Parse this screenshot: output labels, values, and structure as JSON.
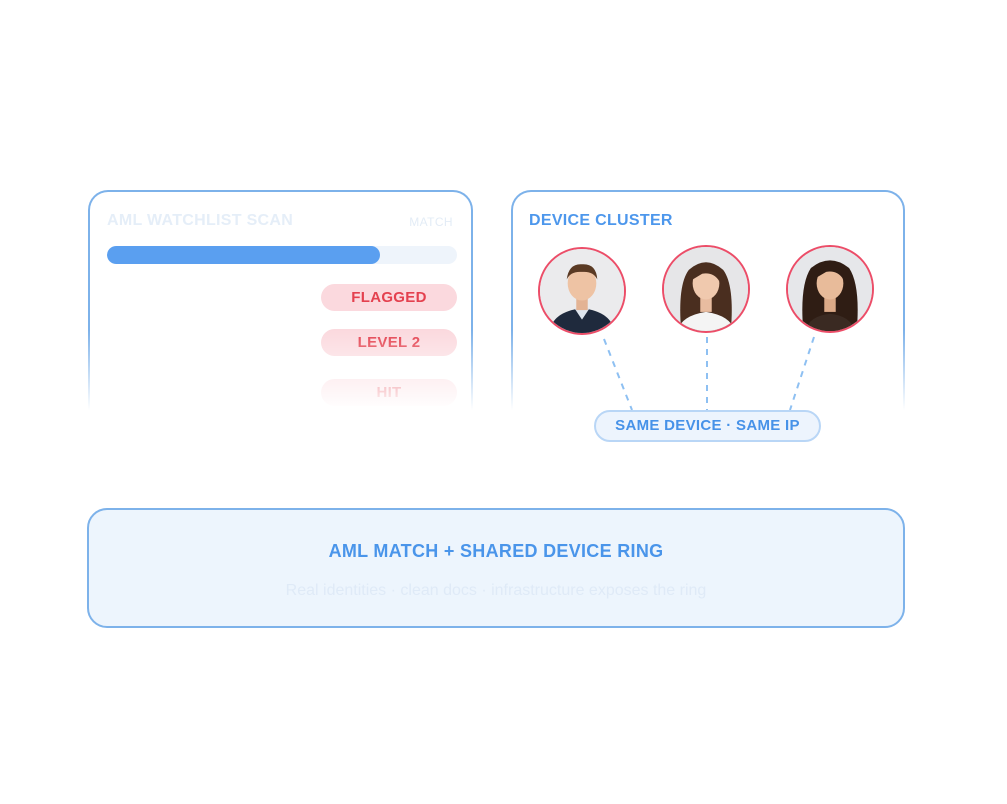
{
  "aml_card": {
    "title": "AML WATCHLIST SCAN",
    "match_label": "MATCH",
    "progress_percent": 78,
    "flags": [
      "FLAGGED",
      "LEVEL 2",
      "HIT"
    ]
  },
  "device_card": {
    "title": "DEVICE CLUSTER",
    "avatars": [
      {
        "icon": "person-avatar-icon"
      },
      {
        "icon": "person-avatar-icon"
      },
      {
        "icon": "person-avatar-icon"
      }
    ],
    "link_label": "SAME DEVICE · SAME IP"
  },
  "summary": {
    "title": "AML MATCH + SHARED DEVICE RING",
    "subtitle": "Real identities · clean docs · infrastructure exposes the ring"
  },
  "colors": {
    "accent_blue": "#4a95ea",
    "card_border": "#7db2ea",
    "flag_red": "#e4414f",
    "flag_bg": "#fbd9de",
    "avatar_ring": "#ec4d68"
  }
}
